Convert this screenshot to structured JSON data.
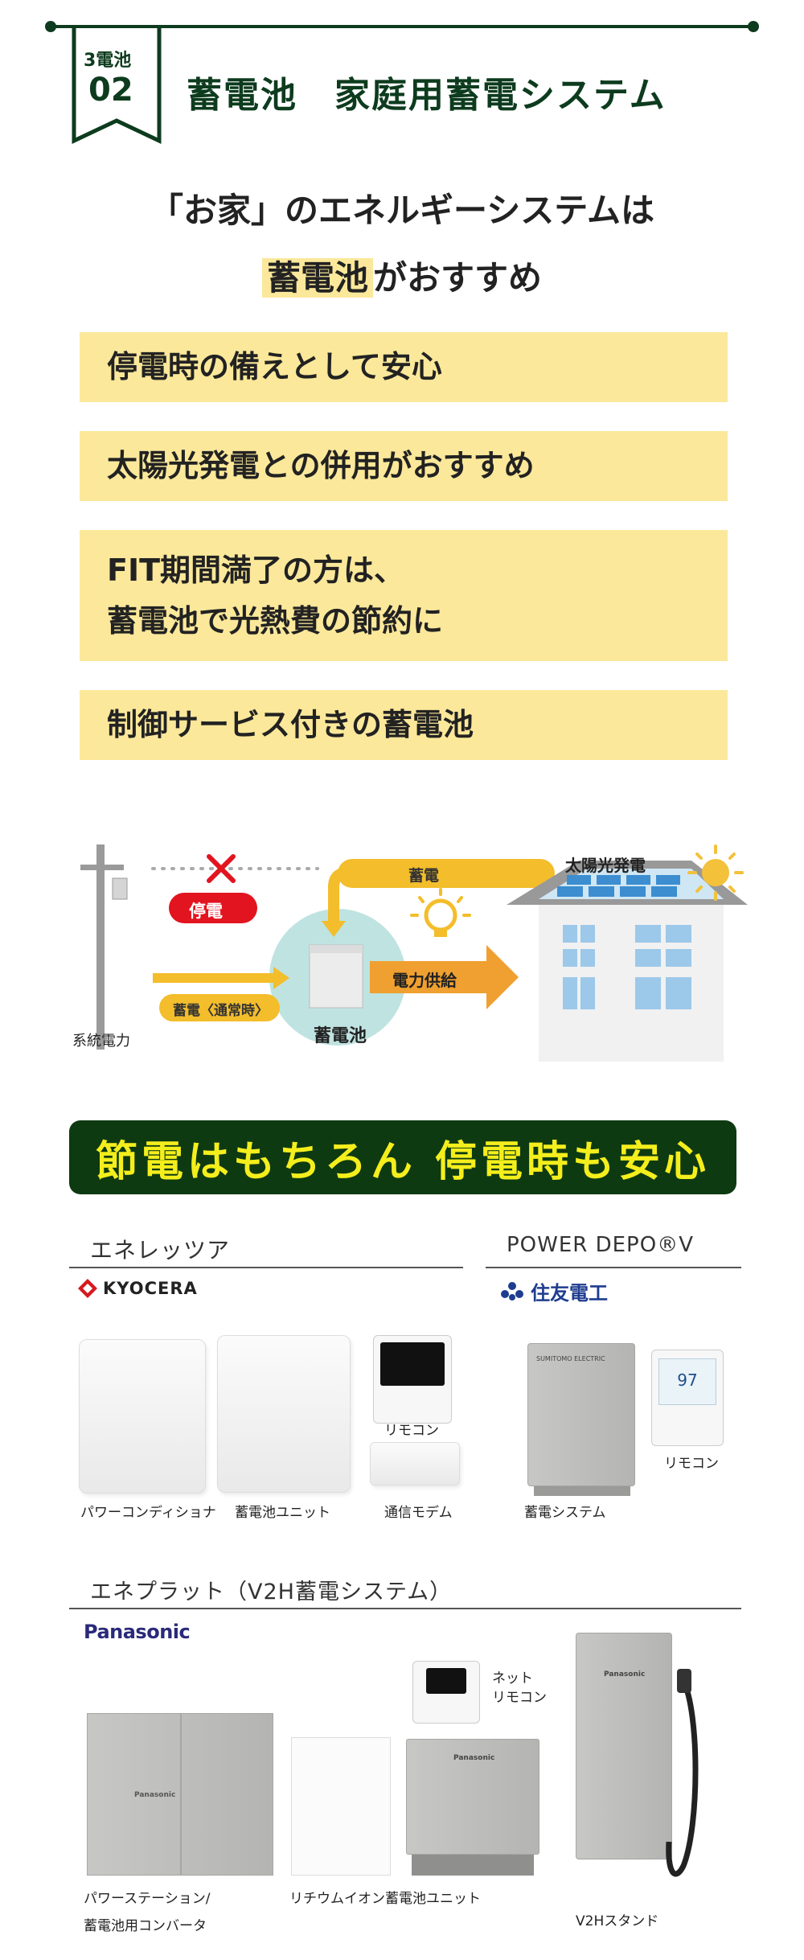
{
  "section": {
    "badge_label": "3電池",
    "badge_number": "02",
    "title": "蓄電池　家庭用蓄電システム"
  },
  "lead": {
    "line1": "「お家」のエネルギーシステムは",
    "highlight": "蓄電池",
    "line2_rest": "がおすすめ"
  },
  "points": [
    {
      "text": "停電時の備えとして安心"
    },
    {
      "text": "太陽光発電との併用がおすすめ"
    },
    {
      "line1": "FIT期間満了の方は、",
      "line2": "蓄電池で光熱費の節約に"
    },
    {
      "text": "制御サービス付きの蓄電池"
    }
  ],
  "diagram": {
    "charge_label": "蓄電",
    "solar_label": "太陽光発電",
    "outage_label": "停電",
    "normal_label": "蓄電〈通常時〉",
    "grid_label": "系統電力",
    "battery_label": "蓄電池",
    "supply_label": "電力供給",
    "colors": {
      "arrow": "#f3bd2b",
      "supply": "#f0a030",
      "outage": "#e2141f",
      "circle": "#bfe3e0",
      "panel": "#3c8ed0"
    }
  },
  "banner": {
    "text": "節電はもちろん 停電時も安心",
    "bg": "#0e3a12",
    "fg": "#f4ee1c"
  },
  "kyocera": {
    "category": "エネレッツア",
    "brand": "KYOCERA",
    "items": [
      "パワーコンディショナ",
      "蓄電池ユニット",
      "リモコン",
      "通信モデム"
    ]
  },
  "sumitomo": {
    "category": "POWER DEPO®V",
    "brand": "住友電工",
    "unit_brand": "SUMITOMO ELECTRIC",
    "items": [
      "蓄電システム",
      "リモコン"
    ],
    "remote_value": "97"
  },
  "panasonic": {
    "category": "エネプラット（V2H蓄電システム）",
    "brand": "Panasonic",
    "unit_brand": "Panasonic",
    "items": {
      "station_line1": "パワーステーション/",
      "station_line2": "蓄電池用コンバータ",
      "battery": "リチウムイオン蓄電池ユニット",
      "remote_line1": "ネット",
      "remote_line2": "リモコン",
      "v2h": "V2Hスタンド"
    }
  }
}
